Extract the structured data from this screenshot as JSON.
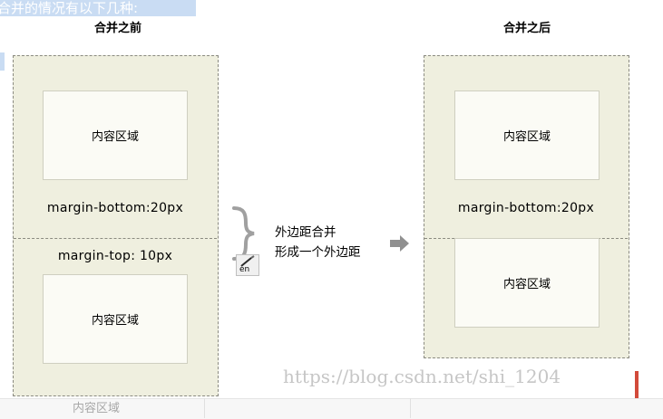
{
  "top_banner_text": "合并的情况有以下几种:",
  "before": {
    "title": "合并之前",
    "box1_content": "内容区域",
    "margin_bottom_label": "margin-bottom:20px",
    "margin_top_label": "margin-top: 10px",
    "box2_content": "内容区域"
  },
  "middle": {
    "line1": "外边距合并",
    "line2": "形成一个外边距",
    "icon_text": "en"
  },
  "after": {
    "title": "合并之后",
    "box1_content": "内容区域",
    "margin_bottom_label": "margin-bottom:20px",
    "box2_content": "内容区域"
  },
  "watermark": "https://blog.csdn.net/shi_1204",
  "bottom_strip_text": "内容区域",
  "colors": {
    "outer_fill": "#efefdf",
    "inner_fill": "#fbfbf5",
    "dash": "#8a8a80",
    "arrow": "#909090",
    "brace": "#a0a0a0",
    "banner": "#c9dcf3"
  }
}
